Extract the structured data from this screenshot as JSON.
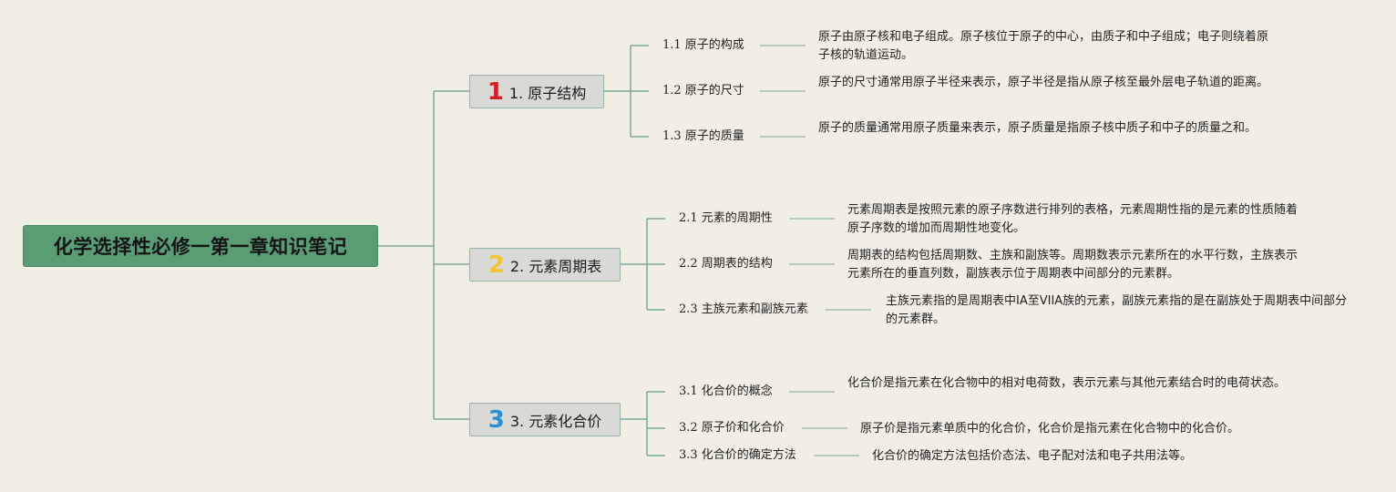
{
  "root": {
    "title": "化学选择性必修一第一章知识笔记"
  },
  "branches": [
    {
      "number": "1",
      "label": "1. 原子结构",
      "number_color": "#d0202c",
      "items": [
        {
          "title": "1.1 原子的构成",
          "desc": "原子由原子核和电子组成。原子核位于原子的中心，由质子和中子组成；电子则绕着原子核的轨道运动。"
        },
        {
          "title": "1.2 原子的尺寸",
          "desc": "原子的尺寸通常用原子半径来表示，原子半径是指从原子核至最外层电子轨道的距离。"
        },
        {
          "title": "1.3 原子的质量",
          "desc": "原子的质量通常用原子质量来表示，原子质量是指原子核中质子和中子的质量之和。"
        }
      ]
    },
    {
      "number": "2",
      "label": "2. 元素周期表",
      "number_color": "#f4c430",
      "items": [
        {
          "title": "2.1 元素的周期性",
          "desc": "元素周期表是按照元素的原子序数进行排列的表格，元素周期性指的是元素的性质随着原子序数的增加而周期性地变化。"
        },
        {
          "title": "2.2 周期表的结构",
          "desc": "周期表的结构包括周期数、主族和副族等。周期数表示元素所在的水平行数，主族表示元素所在的垂直列数，副族表示位于周期表中间部分的元素群。"
        },
        {
          "title": "2.3 主族元素和副族元素",
          "desc": "主族元素指的是周期表中IA至VIIA族的元素，副族元素指的是在副族处于周期表中间部分的元素群。"
        }
      ]
    },
    {
      "number": "3",
      "label": "3. 元素化合价",
      "number_color": "#2b8fd6",
      "items": [
        {
          "title": "3.1 化合价的概念",
          "desc": "化合价是指元素在化合物中的相对电荷数，表示元素与其他元素结合时的电荷状态。"
        },
        {
          "title": "3.2 原子价和化合价",
          "desc": "原子价是指元素单质中的化合价，化合价是指元素在化合物中的化合价。"
        },
        {
          "title": "3.3 化合价的确定方法",
          "desc": "化合价的确定方法包括价态法、电子配对法和电子共用法等。"
        }
      ]
    }
  ],
  "colors": {
    "background": "#f1efe4",
    "root_fill": "#5a9d74",
    "branch_fill": "#d9d9d6",
    "connector": "#7fa898",
    "leaf_line": "#9fbfb2"
  }
}
